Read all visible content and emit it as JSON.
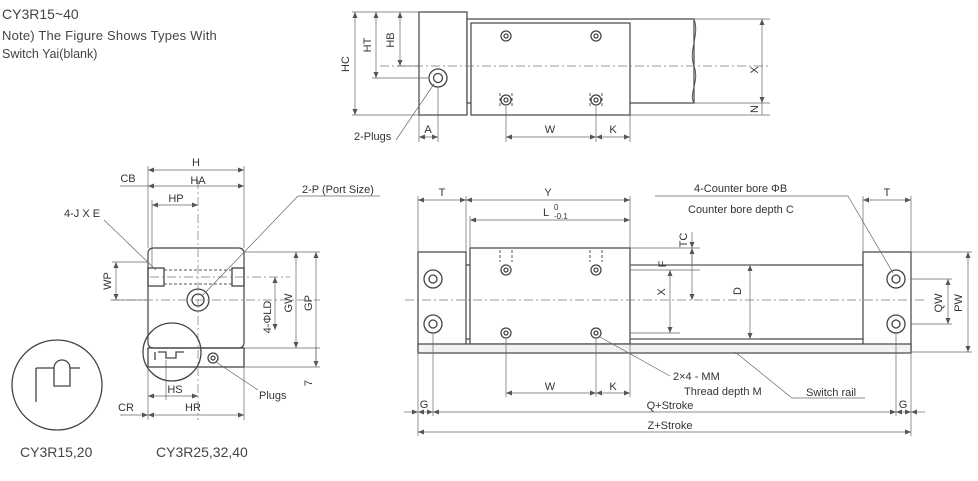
{
  "header": {
    "title": "CY3R15~40",
    "note_line1": "Note) The Figure Shows Types With",
    "note_line2": "Switch Yai(blank)"
  },
  "captions": {
    "left_detail": "CY3R15,20",
    "right_detail": "CY3R25,32,40"
  },
  "top_view": {
    "HC": "HC",
    "HT": "HT",
    "HB": "HB",
    "X": "X",
    "N": "N",
    "A": "A",
    "W": "W",
    "K": "K",
    "plugs": "2-Plugs"
  },
  "side_view": {
    "H": "H",
    "HA": "HA",
    "CB": "CB",
    "HP": "HP",
    "JXE": "4-J X E",
    "WP": "WP",
    "LD": "4-ΦLD",
    "GW": "GW",
    "GP": "GP",
    "seven": "7",
    "CR": "CR",
    "HS": "HS",
    "HR": "HR",
    "plugs": "Plugs",
    "port": "2-P (Port Size)"
  },
  "front_view": {
    "T_left": "T",
    "T_right": "T",
    "Y": "Y",
    "L": "L",
    "L_upper": "0",
    "L_lower": "-0.1",
    "TC": "TC",
    "F": "F",
    "X": "X",
    "D": "D",
    "QW": "QW",
    "PW": "PW",
    "W": "W",
    "K": "K",
    "G_left": "G",
    "G_right": "G",
    "Q": "Q+Stroke",
    "Z": "Z+Stroke",
    "counter_bore": "4-Counter bore ΦB",
    "counter_bore_depth": "Counter bore depth C",
    "thread1": "2×4 - MM",
    "thread2": "Thread depth M",
    "switch_rail": "Switch rail"
  }
}
